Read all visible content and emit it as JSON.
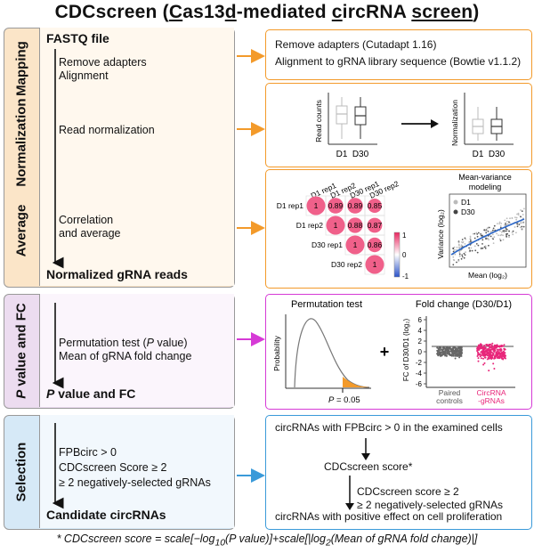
{
  "title": {
    "pre": "CDCscreen (",
    "c1": "C",
    "p1": "as13",
    "d": "d",
    "p2": "-mediated ",
    "c2": "c",
    "p3": "ircRNA ",
    "s": "screen",
    "post": ")"
  },
  "stages": [
    {
      "label": "Mapping",
      "color": "#fbe5c8"
    },
    {
      "label": "Normalization",
      "color": "#fbe5c8"
    },
    {
      "label": "Average",
      "color": "#fbe5c8"
    },
    {
      "label": "P value and FC",
      "color": "#ecdcf0"
    },
    {
      "label": "Selection",
      "color": "#d6e9f7"
    }
  ],
  "left": {
    "fastq": "FASTQ file",
    "remove_adapters": "Remove adapters",
    "alignment": "Alignment",
    "read_norm": "Read normalization",
    "correlation": "Correlation",
    "and_average": "and average",
    "normalized": "Normalized gRNA reads",
    "perm_test_pre": "Permutation test (",
    "perm_test_p": "P",
    "perm_test_post": " value)",
    "mean_fc": "Mean of gRNA fold change",
    "pv_fc_p": "P",
    "pv_fc_rest": " value and FC",
    "fpb": "FPBcirc > 0",
    "score": "CDCscreen Score ≥ 2",
    "neg": "≥ 2 negatively-selected gRNAs",
    "candidate": "Candidate circRNAs"
  },
  "right": {
    "mapping_line1": "Remove adapters (Cutadapt 1.16)",
    "mapping_line2": "Alignment to gRNA library sequence (Bowtie v1.1.2)",
    "norm_ylabel1": "Read counts",
    "norm_ylabel2": "Normalization",
    "norm_x1": "D1",
    "norm_x2": "D30",
    "corr_cols": [
      "D1 rep1",
      "D1 rep2",
      "D30 rep1",
      "D30 rep2"
    ],
    "corr_rows": [
      "D1 rep1",
      "D1 rep2",
      "D30 rep1",
      "D30 rep2"
    ],
    "corr_vals": [
      [
        "1",
        "0.89",
        "0.89",
        "0.85"
      ],
      [
        "",
        "1",
        "0.88",
        "0.87"
      ],
      [
        "",
        "",
        "1",
        "0.86"
      ],
      [
        "",
        "",
        "",
        "1"
      ]
    ],
    "scale_top": "1",
    "scale_mid": "0",
    "scale_bot": "-1",
    "mv_title1": "Mean-variance",
    "mv_title2": "modeling",
    "mv_legend1": "D1",
    "mv_legend2": "D30",
    "mv_ylabel": "Variance (log₂)",
    "mv_xlabel": "Mean (log₂)",
    "perm_title": "Permutation test",
    "prob_label": "Probability",
    "p_eq_p": "P",
    "p_eq_rest": " = 0.05",
    "plus": "+",
    "fc_title": "Fold change (D30/D1)",
    "fc_ylabel": "FC of D30/D1 (log₂)",
    "fc_ticks": [
      "6",
      "4",
      "2",
      "0",
      "-2",
      "-4",
      "-6"
    ],
    "fc_cat1": "Paired",
    "fc_cat1b": "controls",
    "fc_cat2": "CircRNA",
    "fc_cat2b": "-gRNAs",
    "sel_line1": "circRNAs with FPBcirc > 0 in the examined cells",
    "sel_score": "CDCscreen score*",
    "sel_crit1": "CDCscreen score ≥ 2",
    "sel_crit2": "≥ 2 negatively-selected gRNAs",
    "sel_final": "circRNAs with positive effect on cell proliferation"
  },
  "formula": {
    "f1": "* CDCscreen score = scale[−log",
    "f2": "10",
    "f3": "(P value)]+scale[|log",
    "f4": "2",
    "f5": "(Mean of gRNA fold change)|]"
  },
  "colors": {
    "orange": "#f39a2a",
    "magenta": "#d63ad6",
    "blue": "#3a9ad9",
    "pink": "#e8267a",
    "dot_pink": "#f0608a"
  }
}
